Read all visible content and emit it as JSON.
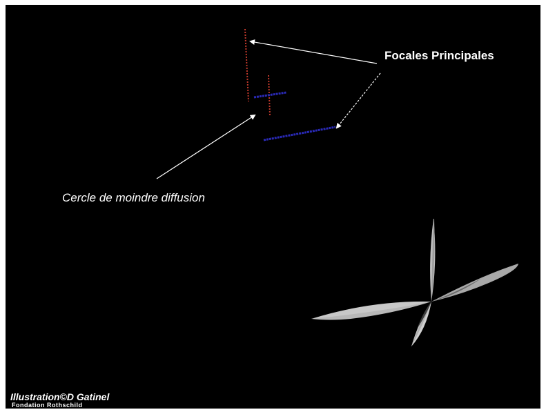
{
  "labels": {
    "focales": "Focales Principales",
    "cercle": "Cercle de moindre diffusion"
  },
  "credit": {
    "line1": "Illustration©D Gatinel",
    "line2": "Fondation Rothschild"
  },
  "colors": {
    "background": "#000000",
    "frame": "#ffffff",
    "text": "#ffffff",
    "sagittal_focal": "#c0392b",
    "tangential_focal": "#2a2ab8",
    "arrow": "#ffffff",
    "surface_light": "#c4c4c4",
    "surface_mid": "#a6a6a6",
    "surface_dark": "#555555"
  }
}
